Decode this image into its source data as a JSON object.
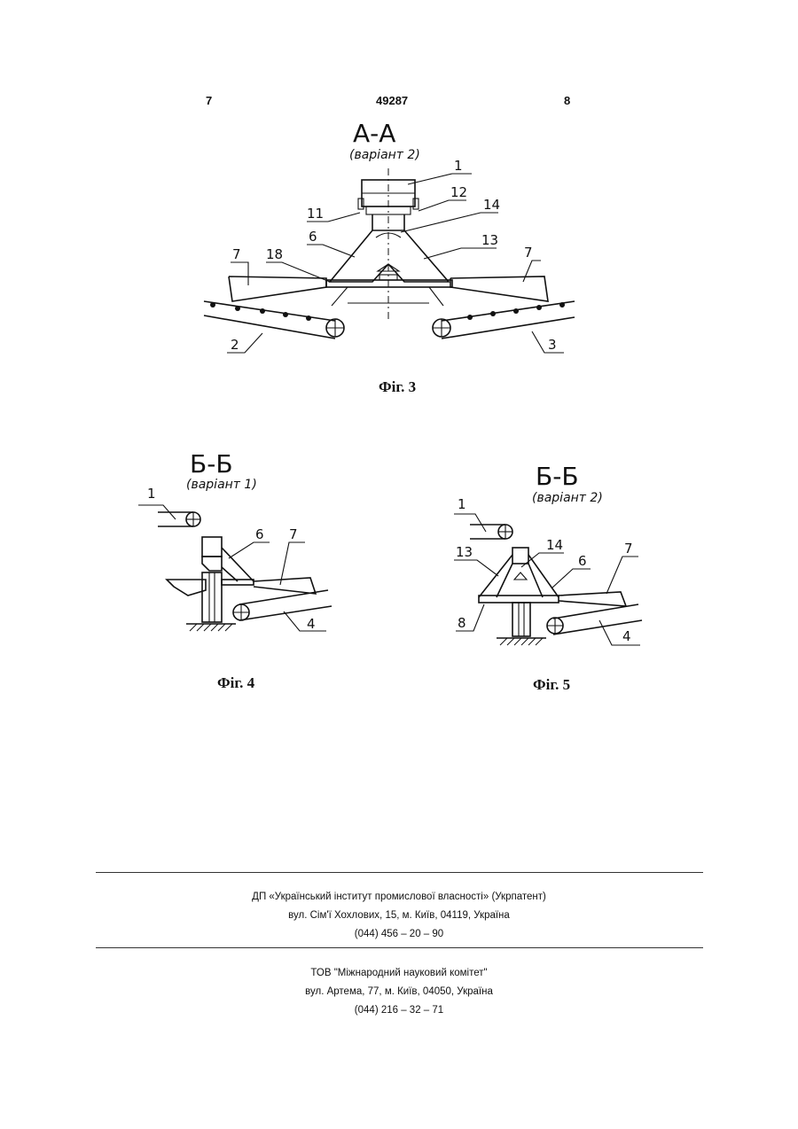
{
  "header": {
    "page_left": "7",
    "doc_number": "49287",
    "page_right": "8"
  },
  "fig3": {
    "section": "А-А",
    "variant": "(варіант 2)",
    "caption": "Фіг. 3",
    "labels": [
      "1",
      "12",
      "11",
      "14",
      "6",
      "13",
      "7",
      "18",
      "7",
      "2",
      "3"
    ]
  },
  "fig4": {
    "section": "Б-Б",
    "variant": "(варіант 1)",
    "caption": "Фіг. 4",
    "labels": [
      "1",
      "6",
      "7",
      "4"
    ]
  },
  "fig5": {
    "section": "Б-Б",
    "variant": "(варіант 2)",
    "caption": "Фіг. 5",
    "labels": [
      "1",
      "14",
      "13",
      "6",
      "7",
      "8",
      "4"
    ]
  },
  "footer": {
    "org1": "ДП «Український інститут промислової власності» (Укрпатент)",
    "addr1": "вул. Сім'ї Хохлових, 15, м. Київ, 04119, Україна",
    "phone1": "(044) 456 – 20 – 90",
    "org2": "ТОВ \"Міжнародний науковий комітет\"",
    "addr2": "вул. Артема, 77, м. Київ, 04050, Україна",
    "phone2": "(044) 216 – 32 – 71"
  }
}
